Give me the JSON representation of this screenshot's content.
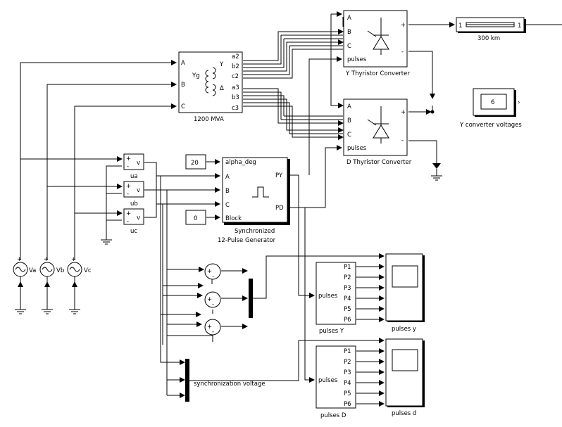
{
  "sources": [
    {
      "id": "va",
      "label": "Va"
    },
    {
      "id": "vb",
      "label": "Vb"
    },
    {
      "id": "vc",
      "label": "Vc"
    }
  ],
  "transformer": {
    "label": "1200 MVA",
    "ports_in": [
      "A",
      "B",
      "C"
    ],
    "ports_out": [
      "a2",
      "b2",
      "c2",
      "a3",
      "b3",
      "c3"
    ],
    "yg": "Yg",
    "y": "Y",
    "delta": "Δ"
  },
  "converters": [
    {
      "id": "y",
      "label": "Y Thyristor Converter",
      "ports_in": [
        "A",
        "B",
        "C",
        "pulses"
      ],
      "plus": "+",
      "minus": "-"
    },
    {
      "id": "d",
      "label": "D Thyristor Converter",
      "ports_in": [
        "A",
        "B",
        "C",
        "pulses"
      ],
      "plus": "+",
      "minus": "-"
    }
  ],
  "line": {
    "label": "300 km",
    "left": "1",
    "right": "1"
  },
  "display": {
    "label": "Y converter voltages",
    "value": "6"
  },
  "voltmeters": [
    {
      "id": "ua",
      "label": "ua",
      "sign_plus": "+",
      "sign_minus": "-",
      "out": "v"
    },
    {
      "id": "ub",
      "label": "ub",
      "sign_plus": "+",
      "sign_minus": "-",
      "out": "v"
    },
    {
      "id": "uc",
      "label": "uc",
      "sign_plus": "+",
      "sign_minus": "-",
      "out": "v"
    }
  ],
  "constants": [
    {
      "id": "alpha",
      "value": "20"
    },
    {
      "id": "block",
      "value": "0"
    }
  ],
  "generator": {
    "label_line1": "Synchronized",
    "label_line2": "12-Pulse Generator",
    "inputs": [
      "alpha_deg",
      "A",
      "B",
      "C",
      "Block"
    ],
    "outputs": [
      "PY",
      "PD"
    ]
  },
  "sums": [
    {
      "id": "s1",
      "plus": "+",
      "minus": "-"
    },
    {
      "id": "s2",
      "plus": "+",
      "minus": "-"
    },
    {
      "id": "s3",
      "plus": "+",
      "minus": "-"
    }
  ],
  "sync_label": "synchronization voltage",
  "demux": [
    {
      "id": "py",
      "label": "pulses Y",
      "in": "pulses",
      "outs": [
        "P1",
        "P2",
        "P3",
        "P4",
        "P5",
        "P6"
      ]
    },
    {
      "id": "pd",
      "label": "pulses D",
      "in": "pulses",
      "outs": [
        "P1",
        "P2",
        "P3",
        "P4",
        "P5",
        "P6"
      ]
    }
  ],
  "scopes": [
    {
      "id": "scope-y",
      "label": "pulses y"
    },
    {
      "id": "scope-d",
      "label": "pulses d"
    }
  ]
}
